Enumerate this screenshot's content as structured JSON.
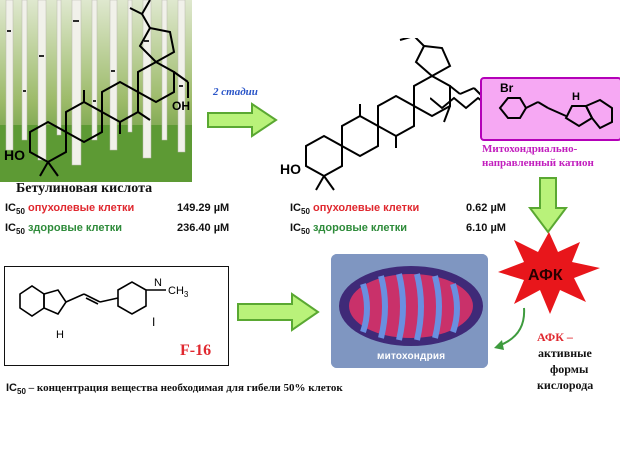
{
  "left": {
    "compound_name": "Бетулиновая кислота",
    "oh_label": "HO",
    "acid_label": "OH",
    "ic50_rows": [
      {
        "prefix": "IC",
        "sub": "50",
        "label": "опухолевые клетки",
        "value": "149.29 µM",
        "color": "#e0282f"
      },
      {
        "prefix": "IC",
        "sub": "50",
        "label": "здоровые клетки",
        "value": "236.40 µM",
        "color": "#2e8b3a"
      }
    ]
  },
  "step_arrow": {
    "label": "2 стадии"
  },
  "right": {
    "oh_label": "HO",
    "anion_label": "Br",
    "nh_label": "H",
    "cation_caption_line1": "Митохондриально-",
    "cation_caption_line2": "направленный катион",
    "ic50_rows": [
      {
        "prefix": "IC",
        "sub": "50",
        "label": "опухолевые клетки",
        "value": "0.62 µM",
        "color": "#e0282f"
      },
      {
        "prefix": "IC",
        "sub": "50",
        "label": "здоровые клетки",
        "value": "6.10 µM",
        "color": "#2e8b3a"
      }
    ]
  },
  "afk_burst": {
    "label": "АФК"
  },
  "f16": {
    "label": "F-16",
    "nh_label": "H",
    "n_label": "N",
    "ch3_label": "CH",
    "ch3_sub": "3",
    "iodide_label": "I"
  },
  "mito": {
    "caption": "митохондрия"
  },
  "afk_note": {
    "line1": "АФК –",
    "line2": "активные",
    "line3": "формы",
    "line4": "кислорода"
  },
  "footnote": {
    "prefix": "IC",
    "sub": "50",
    "text": " – концентрация вещества необходимая для гибели 50% клеток"
  },
  "colors": {
    "arrow_green_fill": "#b9f27a",
    "arrow_green_stroke": "#5aa832",
    "cation_box": "#f6a8f3",
    "cation_border": "#b400b8",
    "cation_caption": "#c21fbe",
    "afk_burst": "#e8161b",
    "red_text": "#e0282f",
    "green_text": "#2e8b3a"
  }
}
